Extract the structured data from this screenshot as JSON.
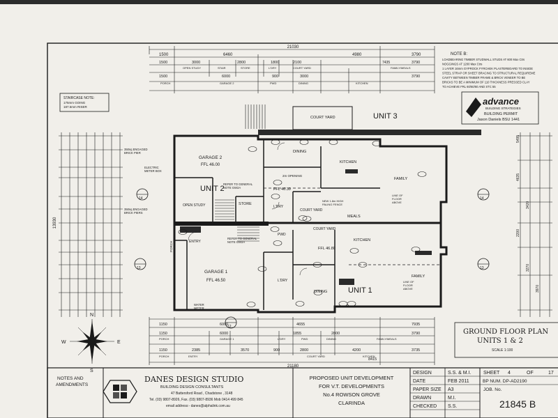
{
  "dims": {
    "top_overall": "21030",
    "top_row1": [
      "1500",
      "6460",
      "4980",
      "3790"
    ],
    "top_row2": [
      "1500",
      "3000",
      "2800",
      "1800",
      "2100",
      "3790"
    ],
    "top_row2_labels": [
      "OPEN STUDY",
      "STAIR",
      "STORE",
      "L'DRY",
      "COURT YARD",
      "FAMILY/MEALS"
    ],
    "top_row3": [
      "1500",
      "6000",
      "900",
      "3000",
      "3790"
    ],
    "top_row3_labels": [
      "PORCH",
      "GARAGE 2",
      "PWD",
      "DINING",
      "KITCHEN"
    ],
    "top_small": "7435",
    "bottom_row1": [
      "1150",
      "6000",
      "4655",
      "7935"
    ],
    "bottom_row2": [
      "1150",
      "6000",
      "1855",
      "2800",
      "3790"
    ],
    "bottom_row2_labels": [
      "PORCH",
      "GARAGE 1",
      "L'DRY",
      "PWD",
      "DINING",
      "FAMILY/MEALS"
    ],
    "bottom_row3": [
      "1150",
      "2385",
      "3570",
      "900",
      "2800",
      "4200",
      "3735"
    ],
    "bottom_row3_labels": [
      "PORCH",
      "ENTRY",
      "COURT YARD",
      "KITCHEN"
    ],
    "bottom_small": "8415",
    "bottom_overall": "21180",
    "left_overall": "13930",
    "right_col": [
      "5495",
      "4635",
      "3420",
      "2200",
      "3270",
      "3970"
    ]
  },
  "notes": {
    "note_b_title": "NOTE B:",
    "note_b_lines": [
      "LOADBEARING TIMBER STUDWALL STUDS AT 600 Max Ctrs",
      "NOGGINGS AT 1200 Max Ctrs",
      "1 LAYER 16mm GYPROCK FYRCHEK PLASTERBOARD TO INSIDE",
      "STEEL STRAP OR SHEET BRACING TO STRUCTURAL REQUIREME",
      "CAVITY BETWEEN TIMBER FRAME & BRICK VENEER TO BE",
      "BRICKS TO BE A MINIMUM OF 110 THICKNESS PRESSED CLAY",
      "TO ACHIEVE FRL 60/60/60 AND STC 55"
    ],
    "staircase_title": "STAIRCASE NOTE:",
    "staircase_lines": [
      "175mm GOING",
      "187.5mm RISER"
    ],
    "engaged_pier_1": [
      "350sq ENGAGED",
      "BRICK PIER"
    ],
    "engaged_pier_2": [
      "350sq ENGAGED",
      "BRICK PIERS"
    ],
    "electric_meter": [
      "ELECTRIC",
      "METER BOX"
    ],
    "water_meter": [
      "WATER",
      "METER"
    ],
    "refer_notes": [
      "REFER TO GENERAL",
      "NOTE GW2A"
    ]
  },
  "rooms": {
    "unit3": "UNIT 3",
    "unit2": "UNIT 2",
    "unit1": "UNIT 1",
    "court_yard": "COURT YARD",
    "garage2": "GARAGE 2",
    "garage2_ffl": "FFL 46.00",
    "garage1": "GARAGE 1",
    "garage1_ffl": "FFL 46.50",
    "open_study": "OPEN STUDY",
    "store": "STORE",
    "ldry": "L'DRY",
    "dining": "DINING",
    "kitchen": "KITCHEN",
    "family": "FAMILY",
    "meals": "MEALS",
    "entry": "ENTRY",
    "porch": "PORCH",
    "pwd": "PWD",
    "ffl_u2": "FFL 46.30",
    "ffl_u1": "FFL 46.80",
    "line_of_floor": [
      "LINE OF",
      "FLOOR",
      "ABOVE"
    ],
    "opening": "2m OPENING",
    "fence": [
      "NEW 1.8m HIGH",
      "PALING FENCE"
    ]
  },
  "stamp": {
    "brand": "advance",
    "sub": "BUILDING STRATEGIES",
    "permit": "BUILDING PERMIT",
    "surveyor": "Jason Daniels BSU 1441"
  },
  "plan_title": {
    "title": "GROUND FLOOR PLAN",
    "units": "UNITS 1 & 2",
    "scale": "SCALE 1:100"
  },
  "compass": {
    "n": "N",
    "e": "E",
    "s": "S",
    "w": "W"
  },
  "title_block": {
    "notes_label": [
      "NOTES AND",
      "AMENDMENTS"
    ],
    "studio": "DANES DESIGN STUDIO",
    "consultants": "BUILDING DESIGN CONSULTANTS",
    "address": "47 Battersford Road , Chadstone , 3148",
    "phone": "Tel. (03) 9807-8926, Fax. (03) 9807-8936 Mob 0414 499 845",
    "email": "email address:- danes@alphalink.com.au",
    "project": [
      "PROPOSED UNIT DEVELOPMENT",
      "FOR V.T. DEVELOPMENTS",
      "No.4 ROWSON GROVE",
      "CLARINDA"
    ],
    "fields": [
      {
        "label": "DESIGN",
        "value": "S.S. & M.I."
      },
      {
        "label": "DATE",
        "value": "FEB 2011"
      },
      {
        "label": "PAPER SIZE",
        "value": "A3"
      },
      {
        "label": "DRAWN",
        "value": "M.I."
      },
      {
        "label": "CHECKED",
        "value": "S.S."
      }
    ],
    "sheet_label": "SHEET",
    "sheet_no": "4",
    "of_label": "OF",
    "sheet_total": "17",
    "bp_num": "BP NUM. DP-AD2190",
    "job_label": "JOB. No.",
    "job_no": "21845 B"
  },
  "markers": {
    "section_a": "14",
    "section_b": "13",
    "section_c": "12"
  }
}
